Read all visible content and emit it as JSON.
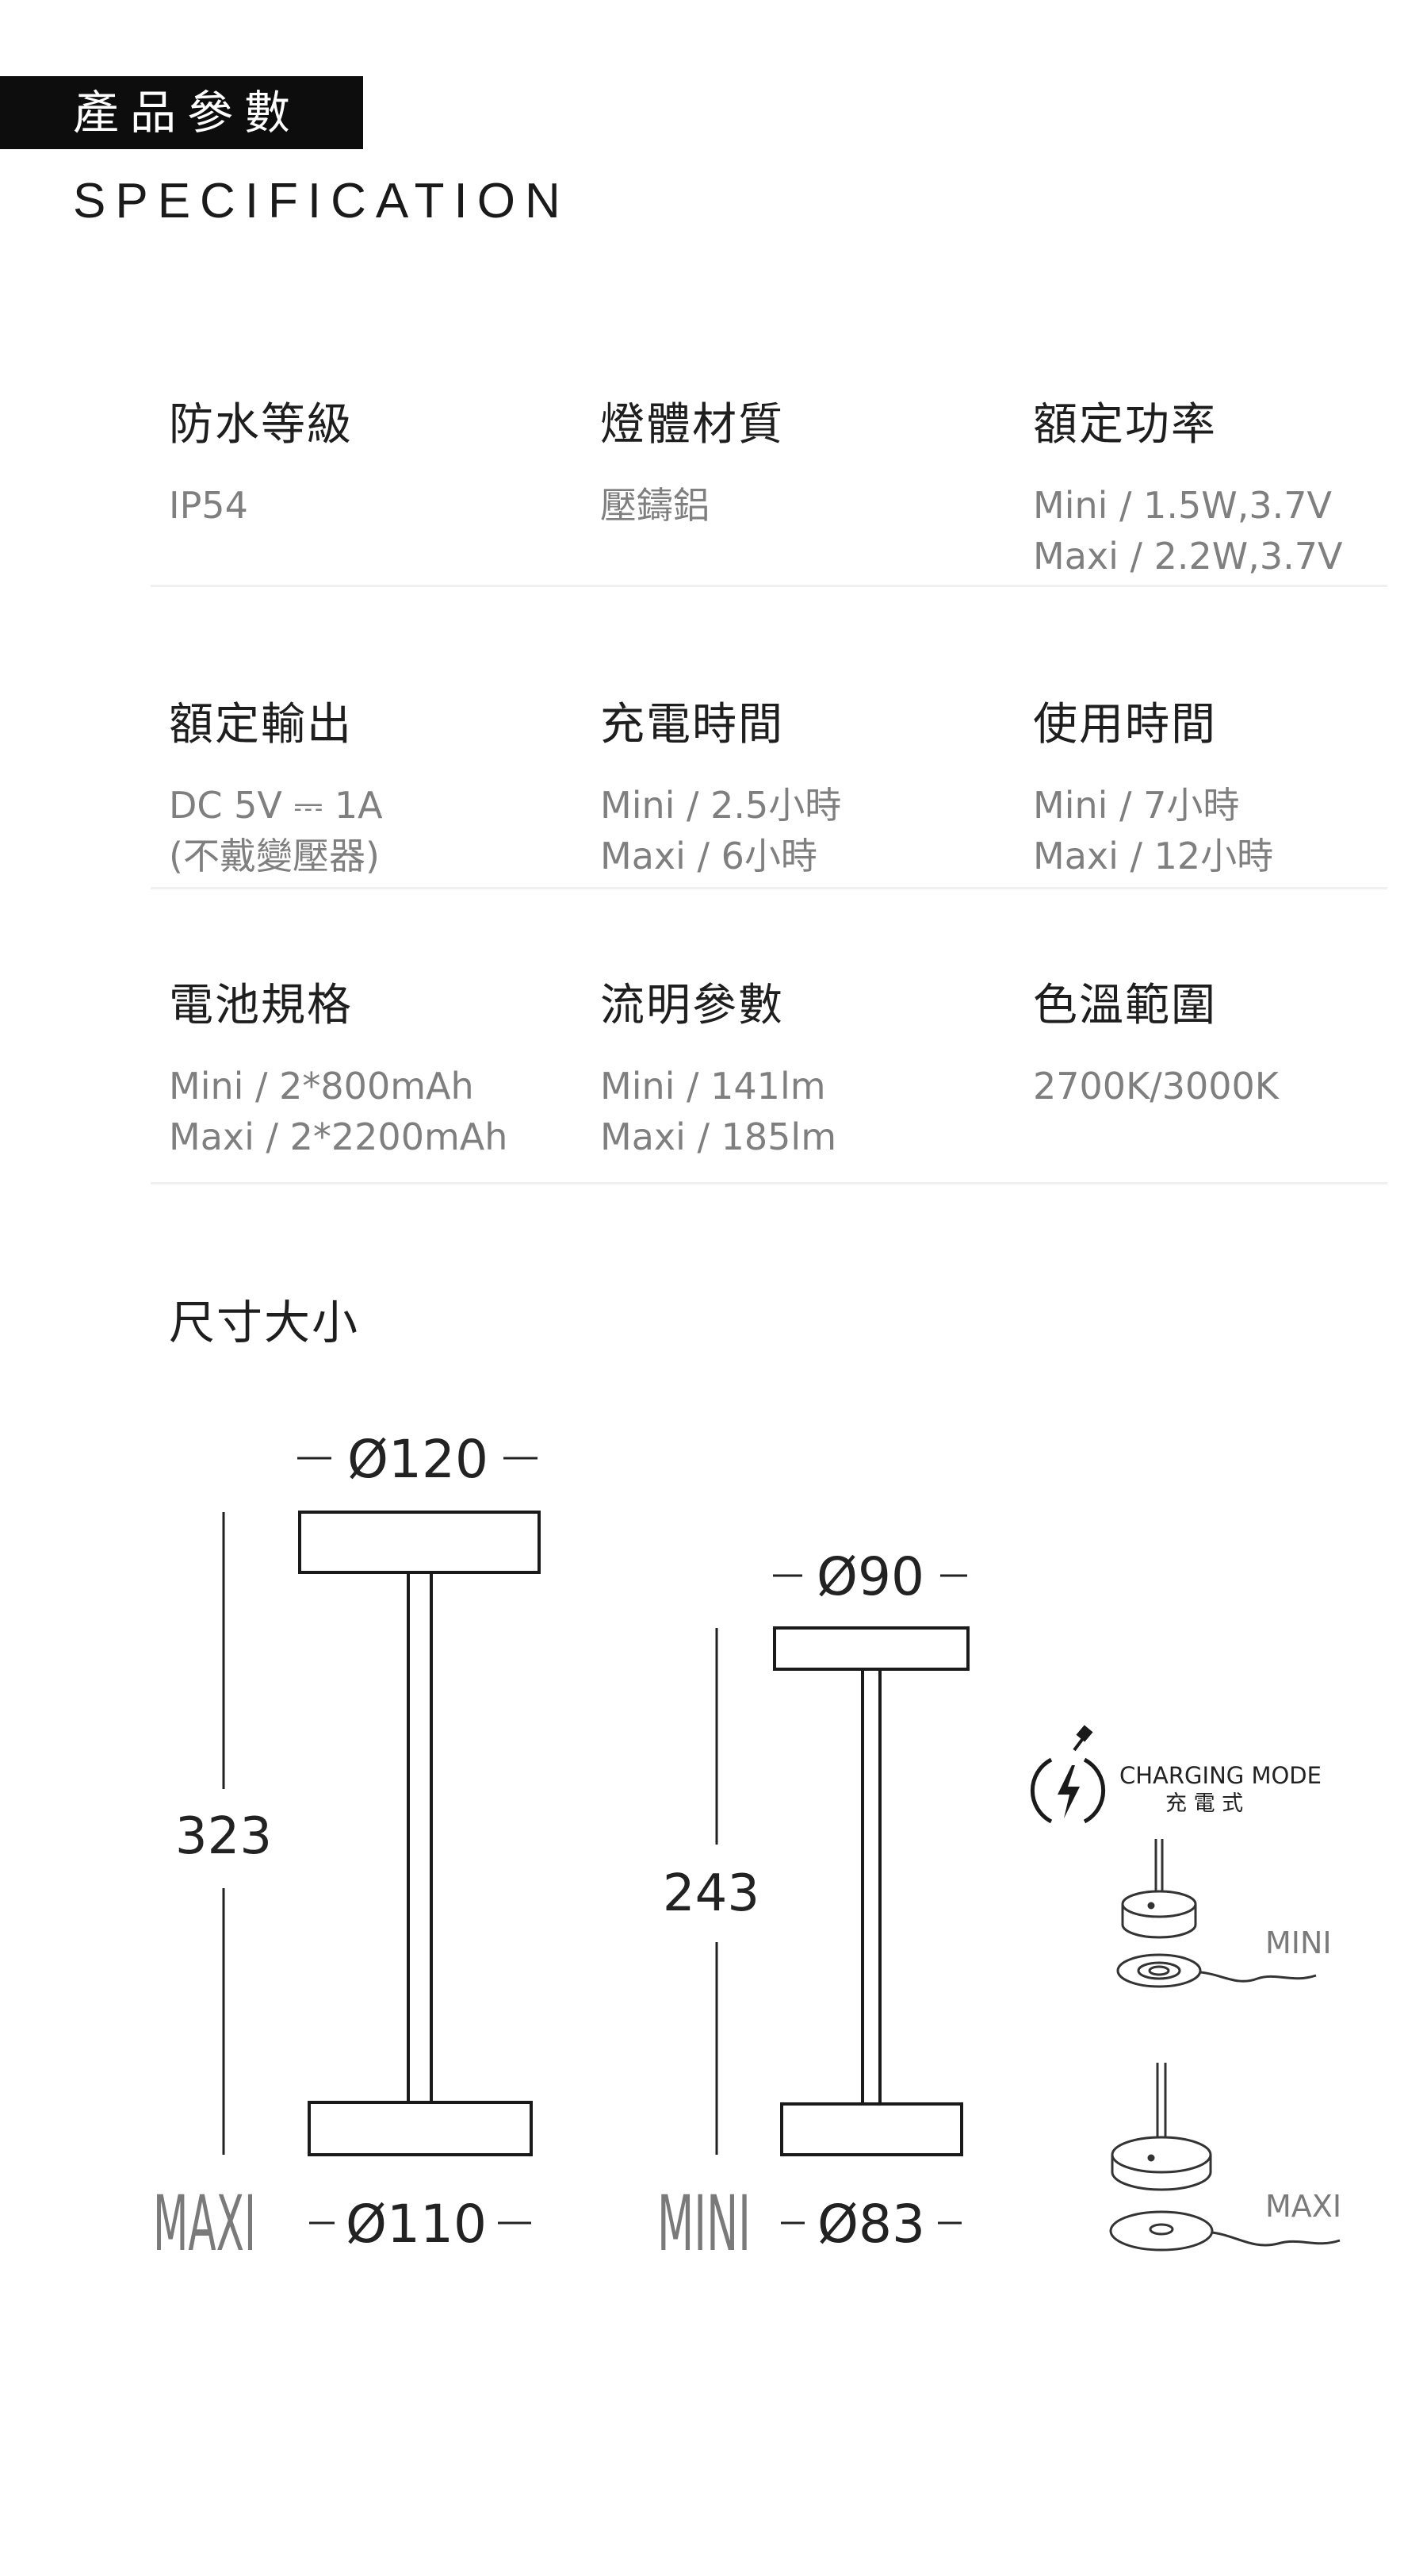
{
  "header": {
    "title_zh": "產品參數",
    "title_en": "SPECIFICATION"
  },
  "specs": [
    {
      "label": "防水等級",
      "lines": [
        "IP54"
      ]
    },
    {
      "label": "燈體材質",
      "lines": [
        "壓鑄鋁"
      ]
    },
    {
      "label": "額定功率",
      "lines": [
        "Mini / 1.5W,3.7V",
        "Maxi / 2.2W,3.7V"
      ]
    },
    {
      "label": "額定輸出",
      "lines": [
        "DC 5V ⎓ 1A",
        "(不戴變壓器)"
      ]
    },
    {
      "label": "充電時間",
      "lines": [
        "Mini / 2.5小時",
        "Maxi / 6小時"
      ]
    },
    {
      "label": "使用時間",
      "lines": [
        "Mini / 7小時",
        "Maxi / 12小時"
      ]
    },
    {
      "label": "電池規格",
      "lines": [
        "Mini / 2*800mAh",
        "Maxi / 2*2200mAh"
      ]
    },
    {
      "label": "流明參數",
      "lines": [
        "Mini / 141lm",
        "Maxi / 185lm"
      ]
    },
    {
      "label": "色溫範圍",
      "lines": [
        "2700K/3000K"
      ]
    }
  ],
  "size_section": {
    "title": "尺寸大小",
    "maxi": {
      "model": "MAXI",
      "height": "323",
      "top_diameter": "Ø120",
      "base_diameter": "Ø110"
    },
    "mini": {
      "model": "MINI",
      "height": "243",
      "top_diameter": "Ø90",
      "base_diameter": "Ø83"
    }
  },
  "charging": {
    "mode_en": "CHARGING MODE",
    "mode_zh": "充 電 式",
    "icon": "wireless-charging-icon",
    "mini_label": "MINI",
    "maxi_label": "MAXI"
  }
}
